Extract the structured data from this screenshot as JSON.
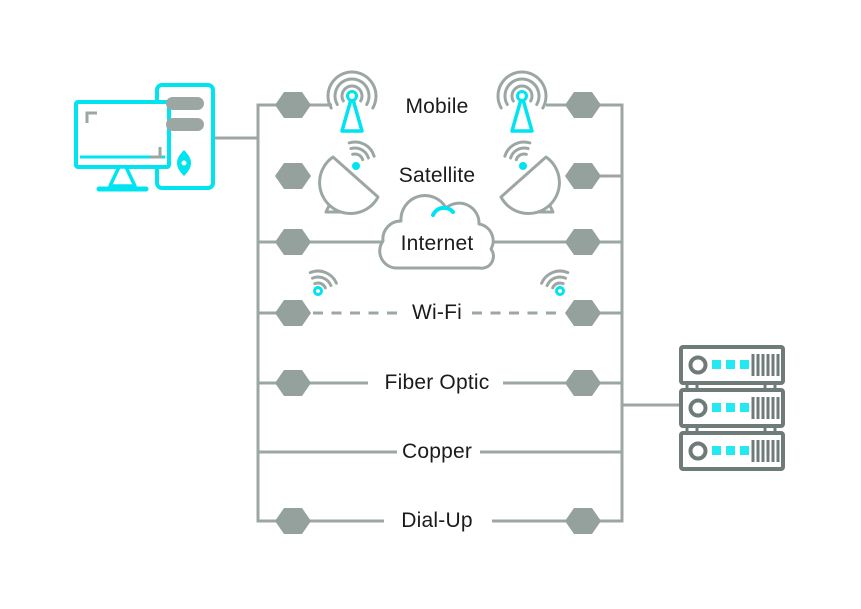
{
  "diagram": {
    "connection_types": [
      {
        "label": "Mobile"
      },
      {
        "label": "Satellite"
      },
      {
        "label": "Internet"
      },
      {
        "label": "Wi-Fi"
      },
      {
        "label": "Fiber Optic"
      },
      {
        "label": "Copper"
      },
      {
        "label": "Dial-Up"
      }
    ],
    "endpoints": {
      "left": "desktop-computer",
      "right": "server-rack"
    },
    "icons": {
      "mobile": "cell-antenna-icon",
      "satellite": "satellite-dish-icon",
      "internet": "cloud-icon",
      "wifi": "wifi-signal-icon",
      "node": "hexagon-node",
      "client": "desktop-computer-icon",
      "servers": "server-rack-icon"
    },
    "colors": {
      "accent_cyan": "#00e4f2",
      "line_gray": "#9ca7a3",
      "node_gray": "#94a19d",
      "server_outline_gray": "#6e7b79",
      "label_text": "#1b1b1b",
      "background": "#ffffff"
    }
  }
}
